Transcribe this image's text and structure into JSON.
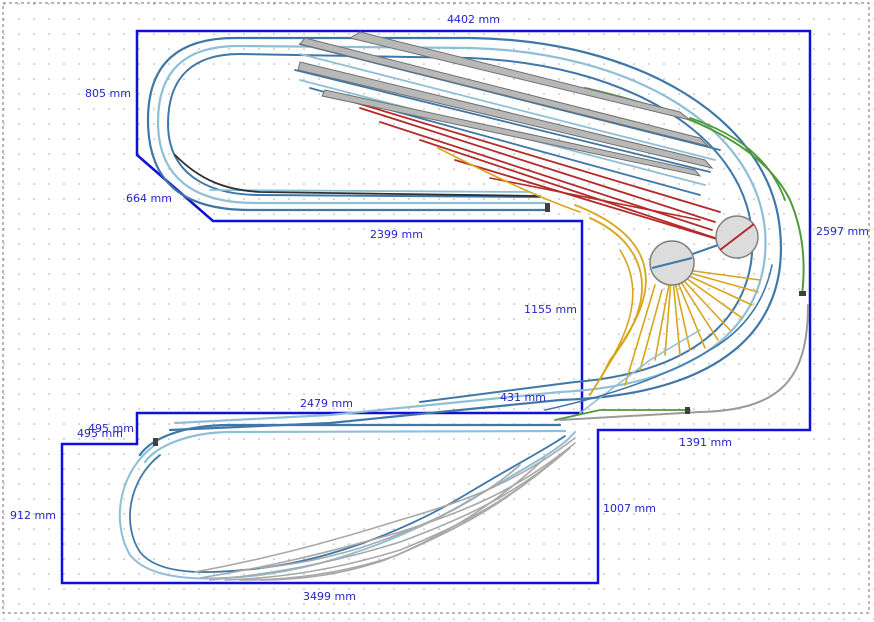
{
  "colors": {
    "outline": "#1010d8",
    "dimension_text": "#2424c8",
    "grid_dot": "#a8a8a8",
    "frame": "#707070",
    "track_blue": "#3f78a8",
    "track_lightblue": "#8fbfd6",
    "track_red": "#b52a2a",
    "track_yellow": "#d9a41a",
    "track_green": "#4f9a3a",
    "track_gray": "#9a9a9a",
    "platform": "#b8b8b8",
    "turntable": "#dcdcdc"
  },
  "dimensions": {
    "top_width": "4402 mm",
    "upper_left_height": "805 mm",
    "upper_left_bevel": "664 mm",
    "upper_inner_width": "2399 mm",
    "right_height": "2597 mm",
    "inner_vertical": "1155 mm",
    "inner_step": "431 mm",
    "lower_top_width": "2479 mm",
    "lower_left_step_a": "495 mm",
    "lower_left_step_b": "495 mm",
    "lower_right_step": "1391 mm",
    "lower_left_height": "912 mm",
    "lower_right_height": "1007 mm",
    "bottom_width": "3499 mm"
  },
  "icons": [
    "turntable-icon",
    "buffer-stop-icon",
    "platform-icon"
  ]
}
